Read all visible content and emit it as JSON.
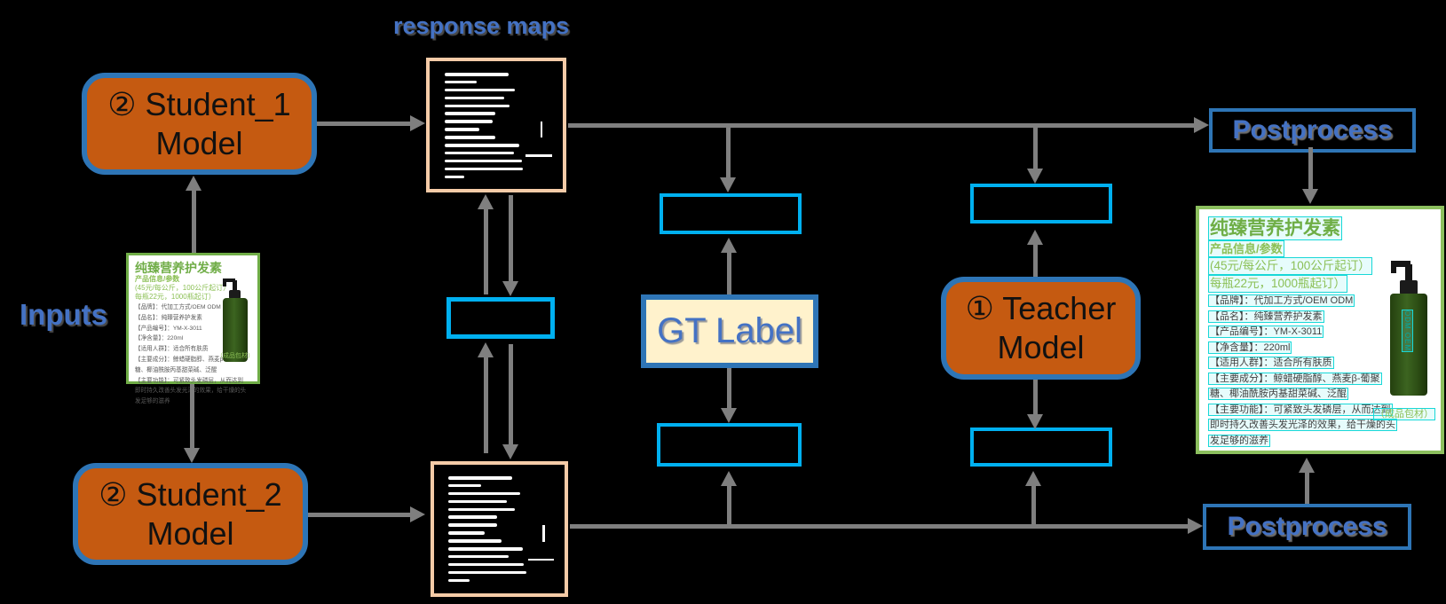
{
  "labels": {
    "response_maps": "response maps",
    "inputs": "Inputs",
    "gt_label": "GT Label",
    "postprocess_top": "Postprocess",
    "postprocess_bottom": "Postprocess"
  },
  "models": {
    "student1": {
      "line1": "② Student_1",
      "line2": "Model"
    },
    "student2": {
      "line1": "② Student_2",
      "line2": "Model"
    },
    "teacher": {
      "line1": "① Teacher",
      "line2": "Model"
    }
  },
  "product_card_input": {
    "title": "纯臻营养护发素",
    "subtitle": "产品信息/参数",
    "price_lines": [
      "(45元/每公斤，100公斤起订）",
      "每瓶22元，1000瓶起订）"
    ],
    "details": [
      "【品牌】：代加工方式/OEM ODM",
      "【品名】：纯臻营养护发素",
      "【产品编号】：YM-X-3011",
      "【净含量】：220ml",
      "【适用人群】：适合所有肤质",
      "【主要成分】：鲸蜡硬脂醇、燕麦β-葡聚",
      "糖、椰油酰胺丙基甜菜碱、泛醌",
      "【主要功能】：可紧致头发磷层，从而达到",
      "即时持久改善头发光泽的效果，给干燥的头",
      "发足够的滋养"
    ],
    "package_note": "（成品包材）"
  },
  "product_card_output": {
    "title": "纯臻营养护发素",
    "subtitle": "产品信息/参数",
    "price_lines": [
      "(45元/每公斤，100公斤起订）",
      "每瓶22元，1000瓶起订）"
    ],
    "details": [
      "【品牌】：代加工方式/OEM ODM",
      "【品名】：纯臻营养护发素",
      "【产品编号】：YM-X-3011",
      "【净含量】：220ml",
      "【适用人群】：适合所有肤质",
      "【主要成分】：鲸蜡硬脂醇、燕麦β-葡聚",
      "糖、椰油酰胺丙基甜菜碱、泛醌",
      "【主要功能】：可紧致头发磷层，从而达到",
      "即时持久改善头发光泽的效果，给干燥的头",
      "发足够的滋养"
    ],
    "package_note": "（成品包材）",
    "bottle_label": "ODM OEM"
  },
  "response_maps": {
    "top_lines_pct": [
      48,
      24,
      53,
      45,
      49,
      38,
      36,
      26,
      38,
      56,
      52,
      58,
      59,
      15
    ],
    "bottom_lines_pct": [
      49,
      25,
      55,
      45,
      51,
      37,
      37,
      28,
      41,
      57,
      46,
      58,
      60,
      16
    ]
  },
  "colors": {
    "model_fill": "#C55A11",
    "model_border": "#2E75B6",
    "cyan_box_border": "#00B0F0",
    "gt_fill": "#FFF2CC",
    "label_blue": "#4472C4",
    "arrow_gray": "#7F7F7F",
    "map_border": "#F5CBA7",
    "input_card_green": "#70AD47",
    "result_card_green": "#8CBF5E",
    "highlight_cyan": "#18D8D8"
  }
}
